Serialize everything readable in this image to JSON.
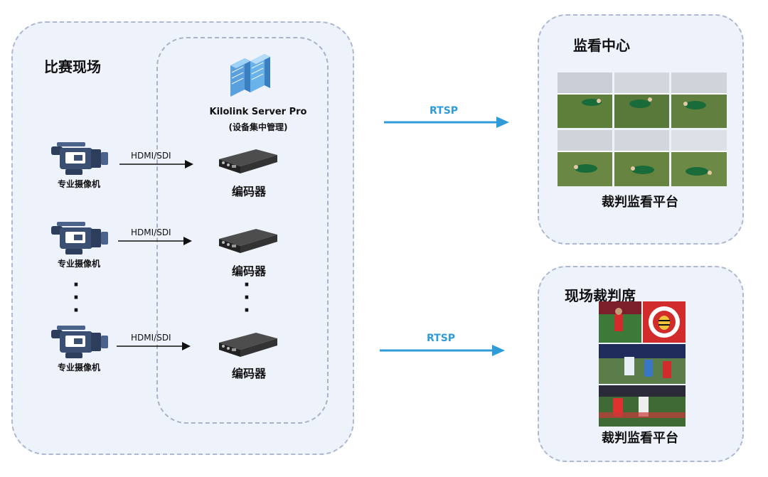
{
  "venue": {
    "title": "比赛现场"
  },
  "server": {
    "name": "Kilolink Server  Pro",
    "subtitle": "(设备集中管理)"
  },
  "camera_label": "专业摄像机",
  "link_label": "HDMI/SDI",
  "encoder_label": "编码器",
  "protocol": "RTSP",
  "monitor_center": {
    "title": "监看中心",
    "caption": "裁判监看平台"
  },
  "referee_seat": {
    "title": "现场裁判席",
    "caption": "裁判监看平台"
  },
  "colors": {
    "panel_bg": "#eef2fb",
    "panel_border": "#aeb8cf",
    "arrow_blue": "#2f9bd9"
  }
}
